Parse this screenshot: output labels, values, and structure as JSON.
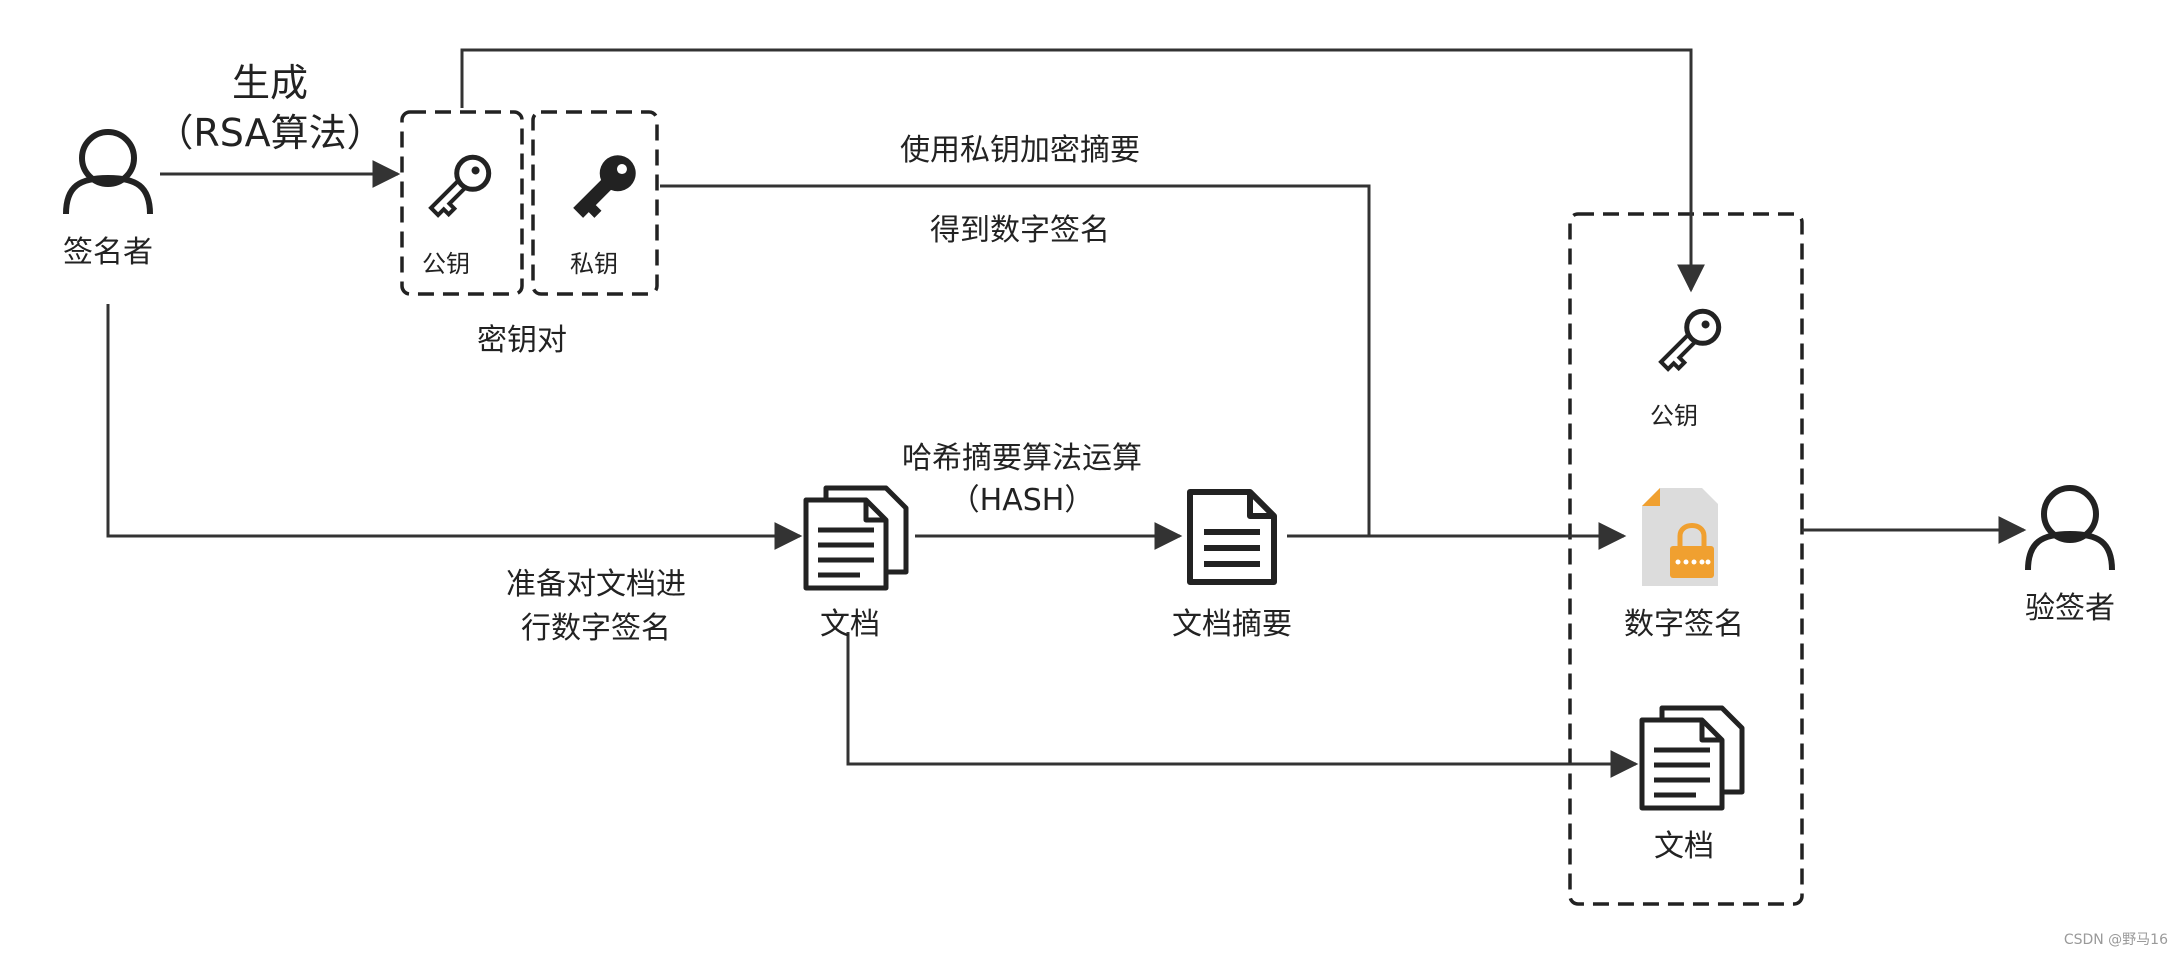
{
  "labels": {
    "generate": "生成",
    "rsa": "（RSA算法）",
    "signer": "签名者",
    "public_key": "公钥",
    "private_key": "私钥",
    "key_pair": "密钥对",
    "encrypt_digest": "使用私钥加密摘要",
    "get_signature": "得到数字签名",
    "hash_line1": "哈希摘要算法运算",
    "hash_line2": "（HASH）",
    "prepare_line1": "准备对文档进",
    "prepare_line2": "行数字签名",
    "document": "文档",
    "digest": "文档摘要",
    "verify_public_key": "公钥",
    "digital_signature": "数字签名",
    "verify_document": "文档",
    "verifier": "验签者",
    "watermark": "CSDN @野马16"
  },
  "icons": {
    "signer": "person-icon",
    "public_key": "key-outline-icon",
    "private_key": "key-filled-icon",
    "document": "documents-icon",
    "digest": "document-icon",
    "verify_public_key": "key-outline-icon",
    "digital_signature": "locked-file-icon",
    "verify_document": "documents-icon",
    "verifier": "person-icon"
  },
  "colors": {
    "line": "#333333",
    "lock": "#f0a030",
    "file": "#dcdcdc"
  }
}
